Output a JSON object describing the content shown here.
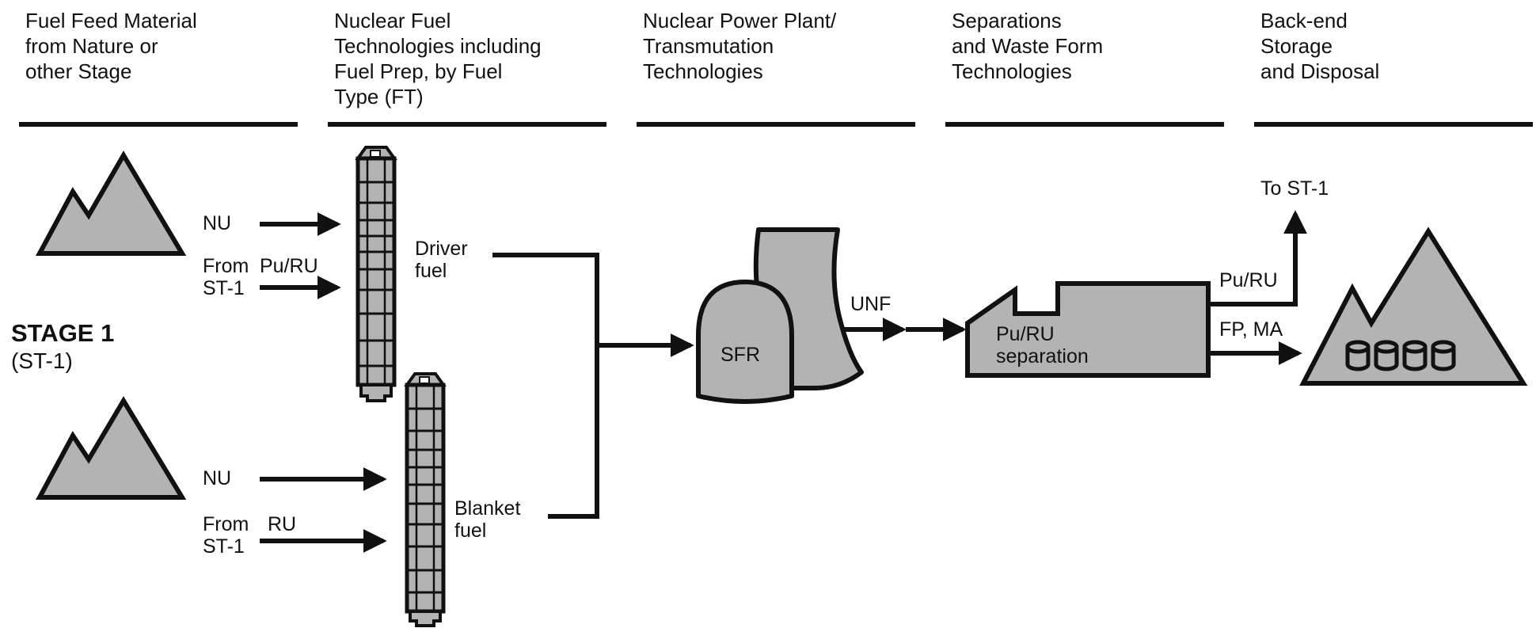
{
  "columns": [
    {
      "title": "Fuel Feed Material\nfrom Nature or\nother Stage"
    },
    {
      "title": "Nuclear Fuel\nTechnologies including\nFuel Prep, by Fuel\nType (FT)"
    },
    {
      "title": "Nuclear Power Plant/\nTransmutation\nTechnologies"
    },
    {
      "title": "Separations\nand Waste Form\nTechnologies"
    },
    {
      "title": "Back-end\nStorage\nand Disposal"
    }
  ],
  "stage": {
    "title": "STAGE 1",
    "subtitle": "(ST-1)"
  },
  "feeds": {
    "nu_upper": "NU",
    "from_upper": "From",
    "st1_upper": "ST-1",
    "purupper": "Pu/RU",
    "nu_lower": "NU",
    "from_lower": "From",
    "st1_lower": "ST-1",
    "ru_lower": "RU"
  },
  "fuels": {
    "driver": "Driver\nfuel",
    "blanket": "Blanket\nfuel"
  },
  "reactor": {
    "label": "SFR",
    "output": "UNF"
  },
  "separation": {
    "label": "Pu/RU\nseparation",
    "out_recycle": "Pu/RU",
    "out_waste": "FP, MA"
  },
  "recycle_target": "To ST-1",
  "colors": {
    "fill": "#b3b3b3",
    "stroke": "#111111",
    "background": "#ffffff"
  }
}
